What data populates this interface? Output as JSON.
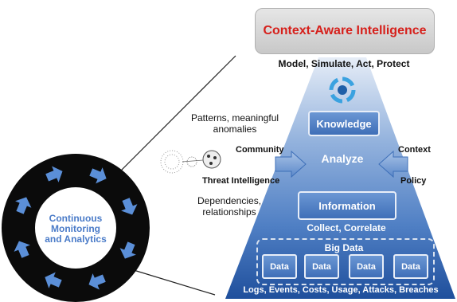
{
  "top": {
    "title": "Context-Aware Intelligence",
    "subtitle": "Model, Simulate, Act, Protect"
  },
  "pyramid": {
    "knowledge": "Knowledge",
    "analyze": "Analyze",
    "information": "Information",
    "collect": "Collect, Correlate",
    "big_data": {
      "title": "Big Data",
      "items": [
        "Data",
        "Data",
        "Data",
        "Data"
      ]
    },
    "footer": "Logs, Events, Costs, Usage, Attacks, Breaches"
  },
  "left": {
    "patterns": "Patterns, meaningful anomalies",
    "community": "Community",
    "threat": "Threat Intelligence",
    "dependencies": "Dependencies, relationships"
  },
  "right": {
    "context": "Context",
    "policy": "Policy"
  },
  "circle": {
    "label": "Continuous Monitoring and Analytics"
  },
  "icons": [
    "cycle-icon",
    "network-cloud-icon",
    "arrow-icon"
  ]
}
